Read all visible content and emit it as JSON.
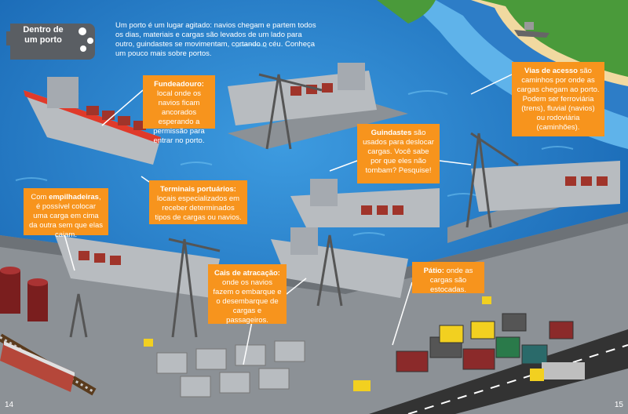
{
  "title": "Dentro de um porto",
  "intro": "Um porto é um lugar agitado: navios chegam e partem todos os dias, materiais e cargas são levados de um lado para outro, guindastes se movimentam, cortando o céu. Conheça um pouco mais sobre portos.",
  "callouts": {
    "fundeadouro": {
      "term": "Fundeadouro:",
      "text": " local onde os navios ficam ancorados esperando a permissão para entrar no porto."
    },
    "vias": {
      "term": "Vias de acesso",
      "text": " são caminhos por onde as cargas chegam ao porto. Podem ser ferroviária (trens), fluvial (navios) ou rodoviária (caminhões)."
    },
    "guindastes": {
      "term": "Guindastes",
      "text": " são usados para deslocar cargas. Você sabe por que eles não tombam? Pesquise!"
    },
    "terminais": {
      "term": "Terminais portuários:",
      "text": " locais especializados em receber determinados tipos de cargas ou navios."
    },
    "empilhadeiras": {
      "prefix": "Com ",
      "term": "empilhadeiras",
      "text": ", é possível colocar uma carga em cima da outra sem que elas caiam."
    },
    "cais": {
      "term": "Cais de atracação:",
      "text": " onde os navios fazem o embarque e o desembarque de cargas e passageiros."
    },
    "patio": {
      "term": "Pátio:",
      "text": " onde as cargas são estocadas."
    }
  },
  "pages": {
    "left": "14",
    "right": "15"
  },
  "colors": {
    "sea": "#1a74c4",
    "callout": "#f7941d",
    "land": "#4a9a3a",
    "dock": "#8c9196"
  }
}
